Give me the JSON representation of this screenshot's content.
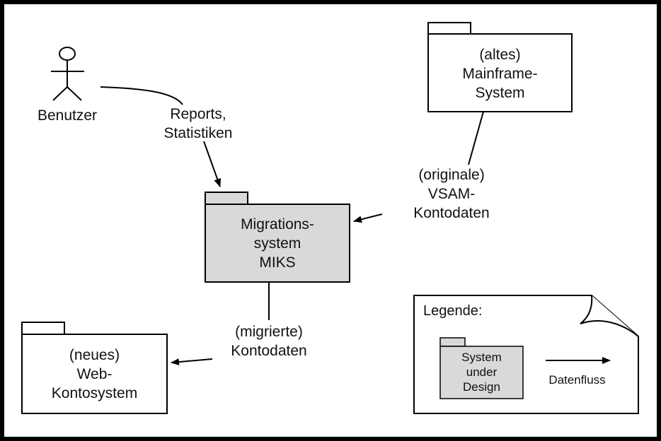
{
  "actor": {
    "label": "Benutzer"
  },
  "packages": {
    "mainframe": {
      "lines": [
        "(altes)",
        "Mainframe-",
        "System"
      ]
    },
    "miks": {
      "lines": [
        "Migrations-",
        "system",
        "MIKS"
      ],
      "fill": "#d9d9d9"
    },
    "web": {
      "lines": [
        "(neues)",
        "Web-",
        "Kontosystem"
      ]
    }
  },
  "flows": {
    "reports": {
      "lines": [
        "Reports,",
        "Statistiken"
      ]
    },
    "vsam": {
      "lines": [
        "(originale)",
        "VSAM-",
        "Kontodaten"
      ]
    },
    "migrated": {
      "lines": [
        "(migrierte)",
        "Kontodaten"
      ]
    }
  },
  "legend": {
    "title": "Legende:",
    "sud": {
      "lines": [
        "System",
        "under",
        "Design"
      ]
    },
    "flow_label": "Datenfluss"
  }
}
